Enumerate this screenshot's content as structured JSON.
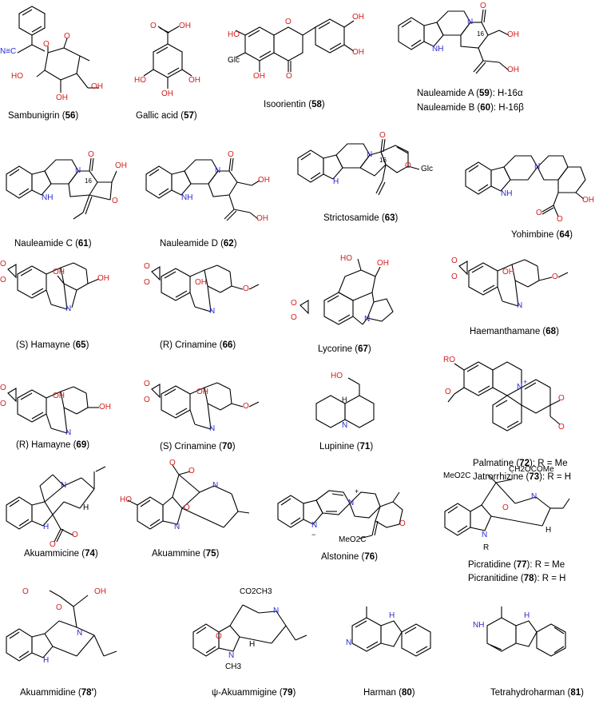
{
  "compounds": [
    {
      "name": "Sambunigrin",
      "num": "56",
      "suffix": ""
    },
    {
      "name": "Gallic acid",
      "num": "57",
      "suffix": ""
    },
    {
      "name": "Isoorientin",
      "num": "58",
      "suffix": ""
    },
    {
      "name": "Nauleamide A",
      "num": "59",
      "suffix": ": H-16α"
    },
    {
      "name": "Nauleamide B",
      "num": "60",
      "suffix": ": H-16β"
    },
    {
      "name": "Nauleamide C",
      "num": "61",
      "suffix": ""
    },
    {
      "name": "Nauleamide D",
      "num": "62",
      "suffix": ""
    },
    {
      "name": "Strictosamide",
      "num": "63",
      "suffix": ""
    },
    {
      "name": "Yohimbine",
      "num": "64",
      "suffix": ""
    },
    {
      "name": "(S) Hamayne",
      "num": "65",
      "suffix": ""
    },
    {
      "name": "(R) Crinamine",
      "num": "66",
      "suffix": ""
    },
    {
      "name": "Lycorine",
      "num": "67",
      "suffix": ""
    },
    {
      "name": "Haemanthamane",
      "num": "68",
      "suffix": ""
    },
    {
      "name": "(R) Hamayne",
      "num": "69",
      "suffix": ""
    },
    {
      "name": "(S) Crinamine",
      "num": "70",
      "suffix": ""
    },
    {
      "name": "Lupinine",
      "num": "71",
      "suffix": ""
    },
    {
      "name": "Palmatine",
      "num": "72",
      "suffix": ": R = Me"
    },
    {
      "name": "Jatrorrhizine",
      "num": "73",
      "suffix": ": R = H"
    },
    {
      "name": "Akuammicine",
      "num": "74",
      "suffix": ""
    },
    {
      "name": "Akuammine",
      "num": "75",
      "suffix": ""
    },
    {
      "name": "Alstonine",
      "num": "76",
      "suffix": ""
    },
    {
      "name": "Picratidine",
      "num": "77",
      "suffix": ": R = Me"
    },
    {
      "name": "Picranitidine",
      "num": "78",
      "suffix": ": R = H"
    },
    {
      "name": "Akuammidine",
      "num": "78'",
      "suffix": ""
    },
    {
      "name": "ψ-Akuammigine",
      "num": "79",
      "suffix": ""
    },
    {
      "name": "Harman",
      "num": "80",
      "suffix": ""
    },
    {
      "name": "Tetrahydroharman",
      "num": "81",
      "suffix": ""
    }
  ],
  "atoms": {
    "OH": "OH",
    "O": "O",
    "N": "N",
    "NH": "NH",
    "H": "H",
    "HO": "HO",
    "Glc": "Glc",
    "C16": "16",
    "Nplus": "N",
    "plus": "+",
    "minus": "−",
    "OHbond": "_OH",
    "CO2CH3": "CO2CH3",
    "MeO2C": "MeO2C",
    "CH2OCOMe": "CH2OCOMe",
    "CH3": "CH3",
    "R": "R",
    "RO": "RO",
    "NC": "N≡C"
  }
}
